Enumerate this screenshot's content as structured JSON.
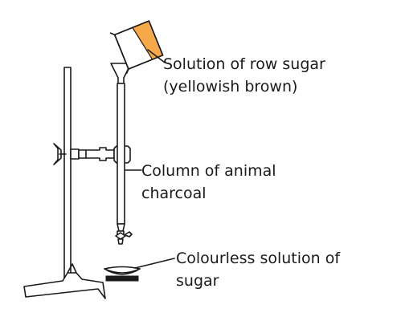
{
  "labels": {
    "solution_line1": "Solution of row sugar",
    "solution_line2": "(yellowish brown)",
    "column_line1": "Column of animal",
    "column_line2": "charcoal",
    "colourless_line1": "Colourless solution of",
    "colourless_line2": "sugar"
  },
  "colors": {
    "solution_fill": "#F5A94B",
    "outline": "#1a1a1a"
  }
}
